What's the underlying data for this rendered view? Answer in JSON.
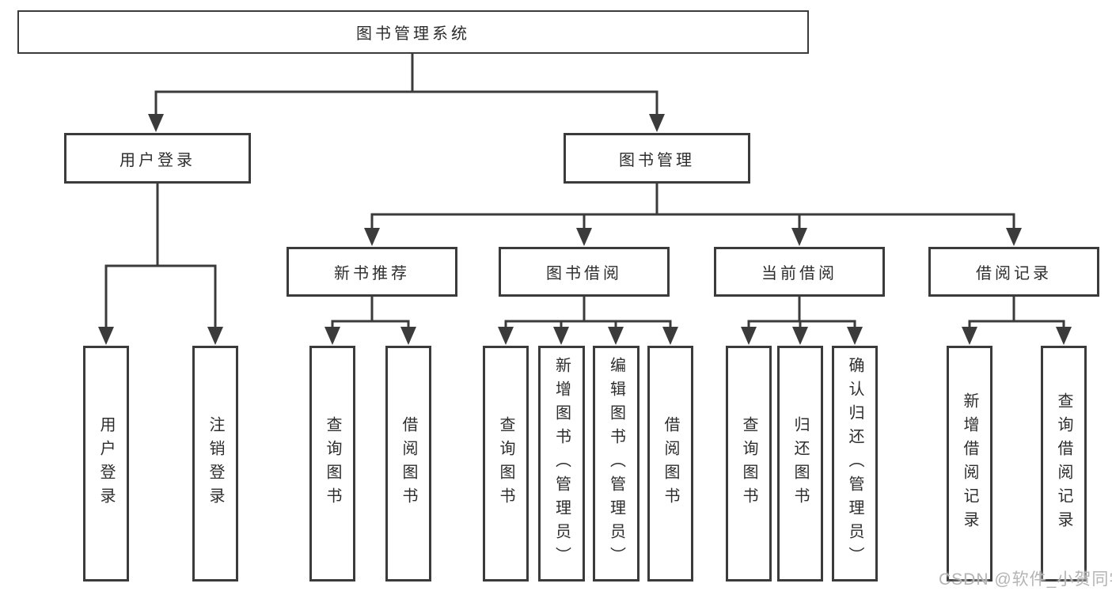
{
  "tree": {
    "root": "图书管理系统",
    "branches": [
      {
        "label": "用户登录",
        "leaves": [
          "用户登录",
          "注销登录"
        ]
      },
      {
        "label": "图书管理",
        "sections": [
          {
            "label": "新书推荐",
            "leaves": [
              "查询图书",
              "借阅图书"
            ]
          },
          {
            "label": "图书借阅",
            "leaves": [
              "查询图书",
              "新增图书（管理员）",
              "编辑图书（管理员）",
              "借阅图书"
            ]
          },
          {
            "label": "当前借阅",
            "leaves": [
              "查询图书",
              "归还图书",
              "确认归还（管理员）"
            ]
          },
          {
            "label": "借阅记录",
            "leaves": [
              "新增借阅记录",
              "查询借阅记录"
            ]
          }
        ]
      }
    ]
  },
  "watermark": "CSDN @软件_小贺同学",
  "colors": {
    "line": "#3b3b3b",
    "box_border": "#3b3b3b",
    "text": "#2d2d2d",
    "watermark": "#b4b4b4",
    "background": "#ffffff"
  }
}
